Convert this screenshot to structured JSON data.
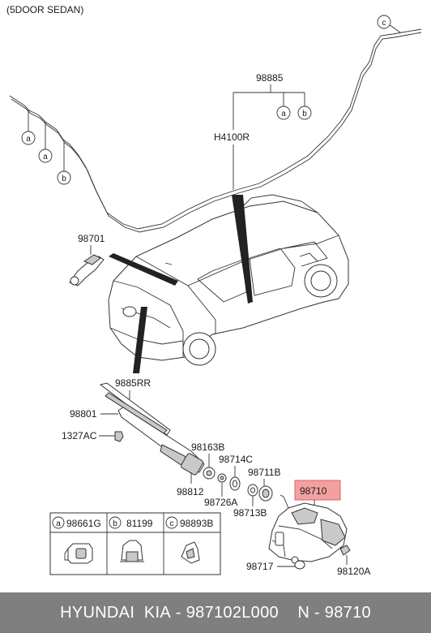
{
  "header": {
    "variant": "(5DOOR SEDAN)"
  },
  "callouts": {
    "c": "c",
    "a": "a",
    "b": "b"
  },
  "parts": {
    "p98885": "98885",
    "h4100r": "H4100R",
    "p98701": "98701",
    "p9885rr": "9885RR",
    "p98801": "98801",
    "p1327ac": "1327AC",
    "p98163b": "98163B",
    "p98714c": "98714C",
    "p98711b": "98711B",
    "p98710": "98710",
    "p98812": "98812",
    "p98726a": "98726A",
    "p98713b": "98713B",
    "p98717": "98717",
    "p98120a": "98120A"
  },
  "legend": {
    "a": {
      "letter": "a",
      "code": "98661G"
    },
    "b": {
      "letter": "b",
      "code": "81199"
    },
    "c": {
      "letter": "c",
      "code": "98893B"
    }
  },
  "footer": {
    "brand": "HYUNDAI  KIA",
    "sep1": " - ",
    "part_number": "987102L000",
    "sep2": "    N - ",
    "position": "98710"
  },
  "colors": {
    "highlight_fill": "#f4a0a0",
    "highlight_stroke": "#e06060",
    "footer_bg": "#7f7f7f",
    "footer_text": "#ffffff"
  }
}
